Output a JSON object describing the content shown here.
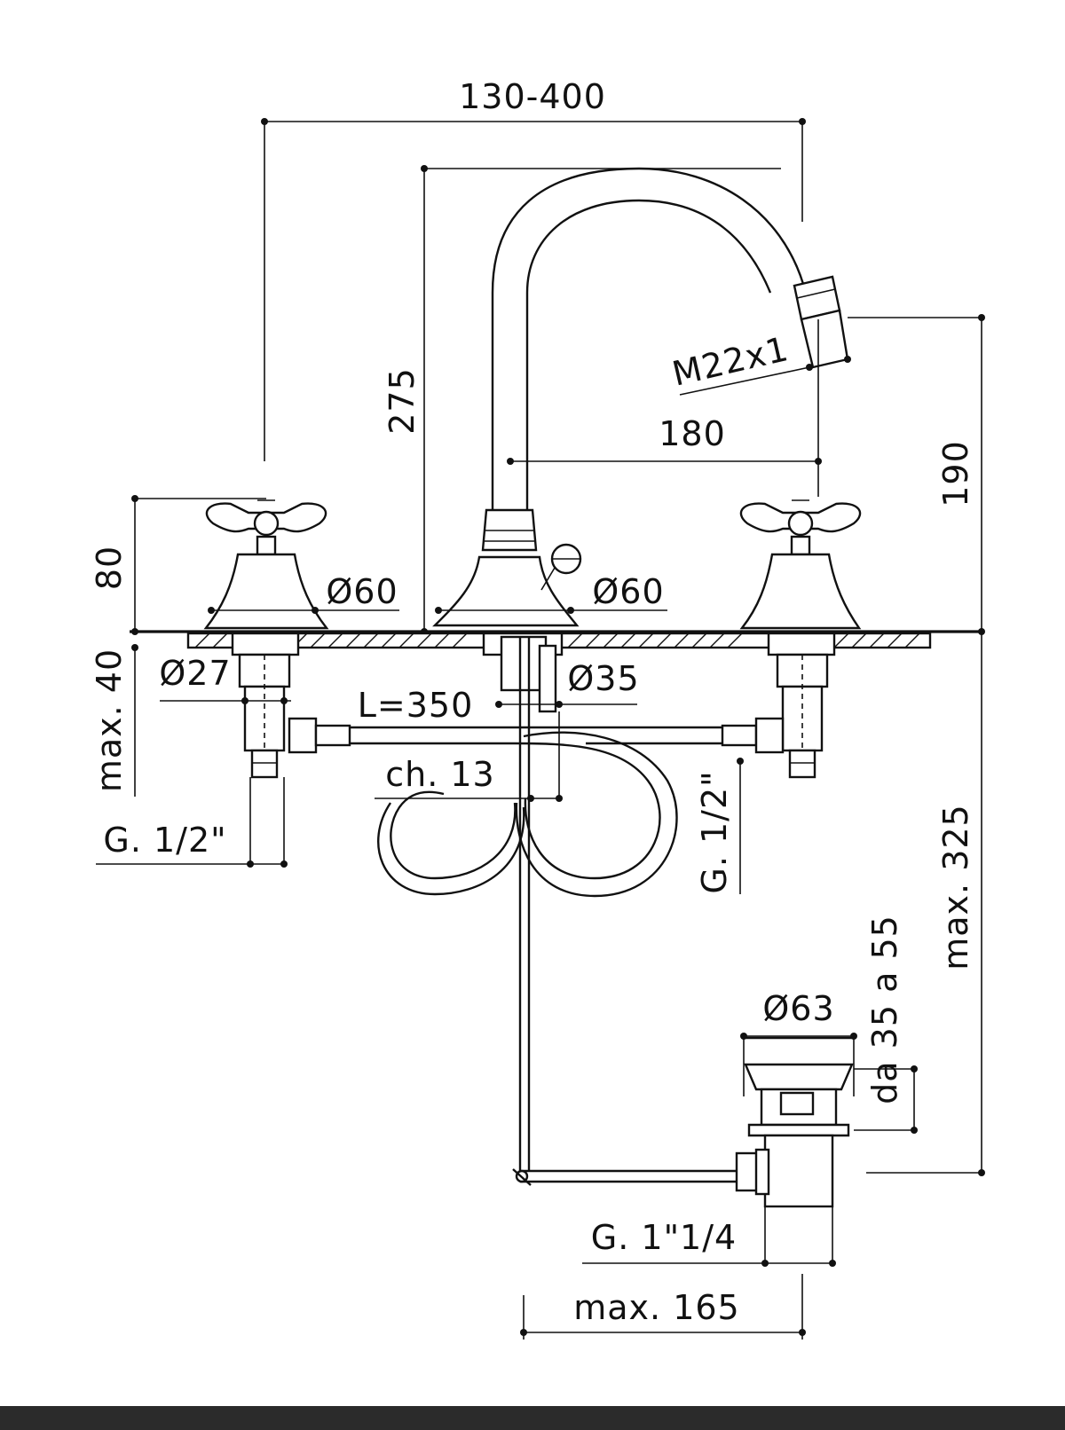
{
  "drawing": {
    "dimensions": {
      "width_range": "130-400",
      "spout_height": "275",
      "spout_thread": "M22x1",
      "spout_reach": "180",
      "outlet_height": "190",
      "handle_height": "80",
      "handle_base_dia": "Ø60",
      "spout_base_dia": "Ø60",
      "shank_dia": "Ø27",
      "spout_shank_dia": "Ø35",
      "deck_max": "max. 40",
      "hose_length": "L=350",
      "wrench_size": "ch. 13",
      "inlet_thread_left": "G. 1/2\"",
      "inlet_thread_right": "G. 1/2\"",
      "below_deck_max": "max. 325",
      "waste_range": "da 35 a 55",
      "waste_dia": "Ø63",
      "waste_thread": "G. 1\"1/4",
      "waste_max": "max. 165"
    }
  }
}
